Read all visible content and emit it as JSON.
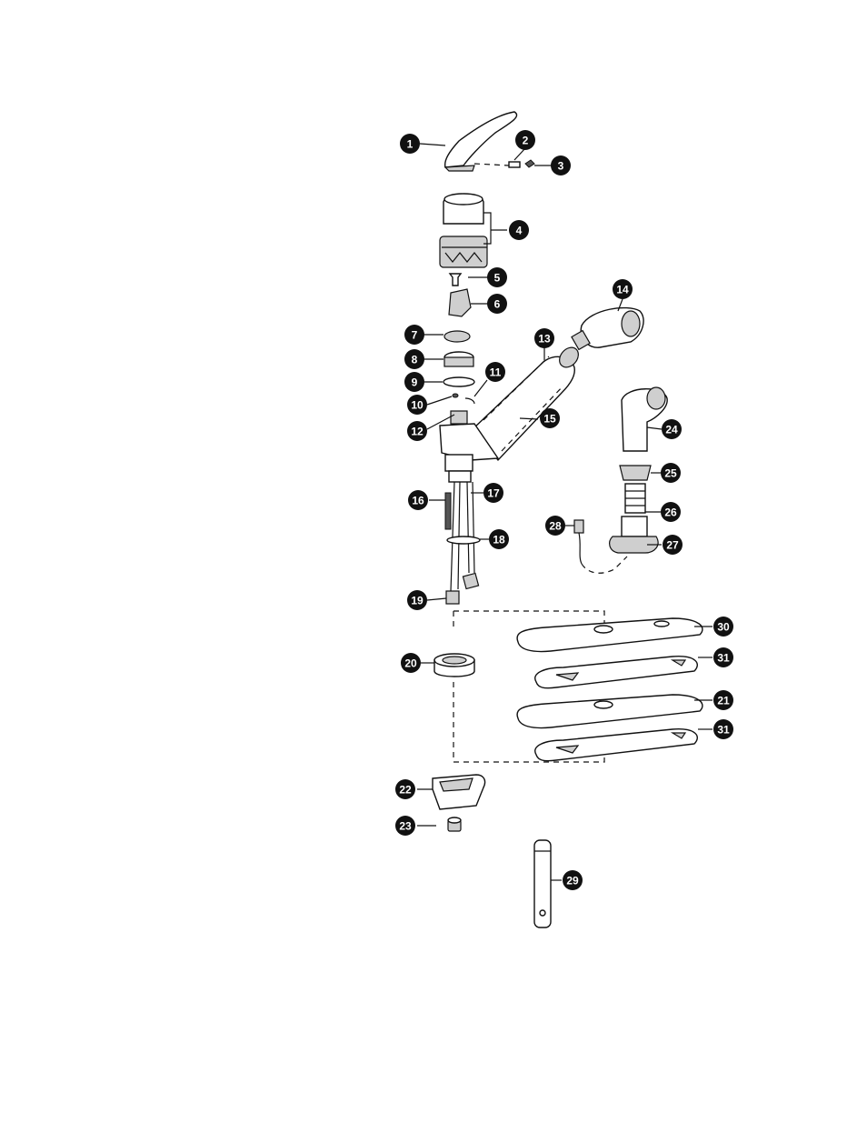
{
  "diagram": {
    "callouts": [
      "1",
      "2",
      "3",
      "4",
      "5",
      "6",
      "7",
      "8",
      "9",
      "10",
      "11",
      "12",
      "13",
      "14",
      "15",
      "16",
      "17",
      "18",
      "19",
      "20",
      "21",
      "22",
      "23",
      "24",
      "25",
      "26",
      "27",
      "28",
      "29",
      "30",
      "31",
      "31"
    ]
  }
}
